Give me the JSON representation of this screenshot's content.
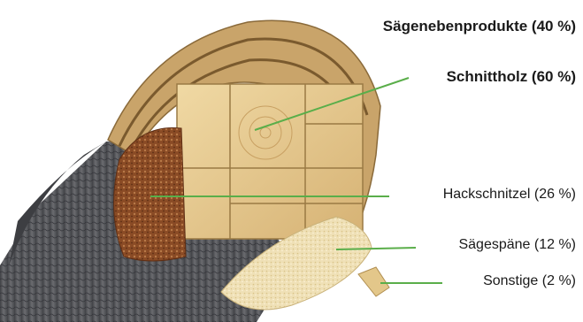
{
  "labels": {
    "saegenebenprodukte": "Sägenebenprodukte (40 %)",
    "schnittholz": "Schnittholz (60 %)",
    "hackschnitzel": "Hackschnitzel (26 %)",
    "saegespaene": "Sägespäne (12 %)",
    "sonstige": "Sonstige (2 %)"
  },
  "colors": {
    "leader_line": "#5aae4a",
    "bark": "#55565a",
    "wood": "#e2c48a",
    "chips": "#8a4b25",
    "sawdust": "#efe0b6"
  }
}
